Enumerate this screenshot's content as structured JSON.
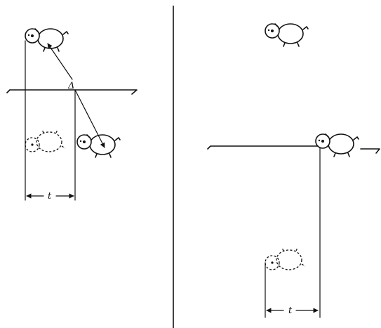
{
  "diagram": {
    "left_panel": {
      "prism_label": "Δ",
      "displacement_label": "t"
    },
    "right_panel": {
      "displacement_label": "t"
    },
    "colors": {
      "ink": "#111111",
      "background": "#ffffff"
    }
  }
}
